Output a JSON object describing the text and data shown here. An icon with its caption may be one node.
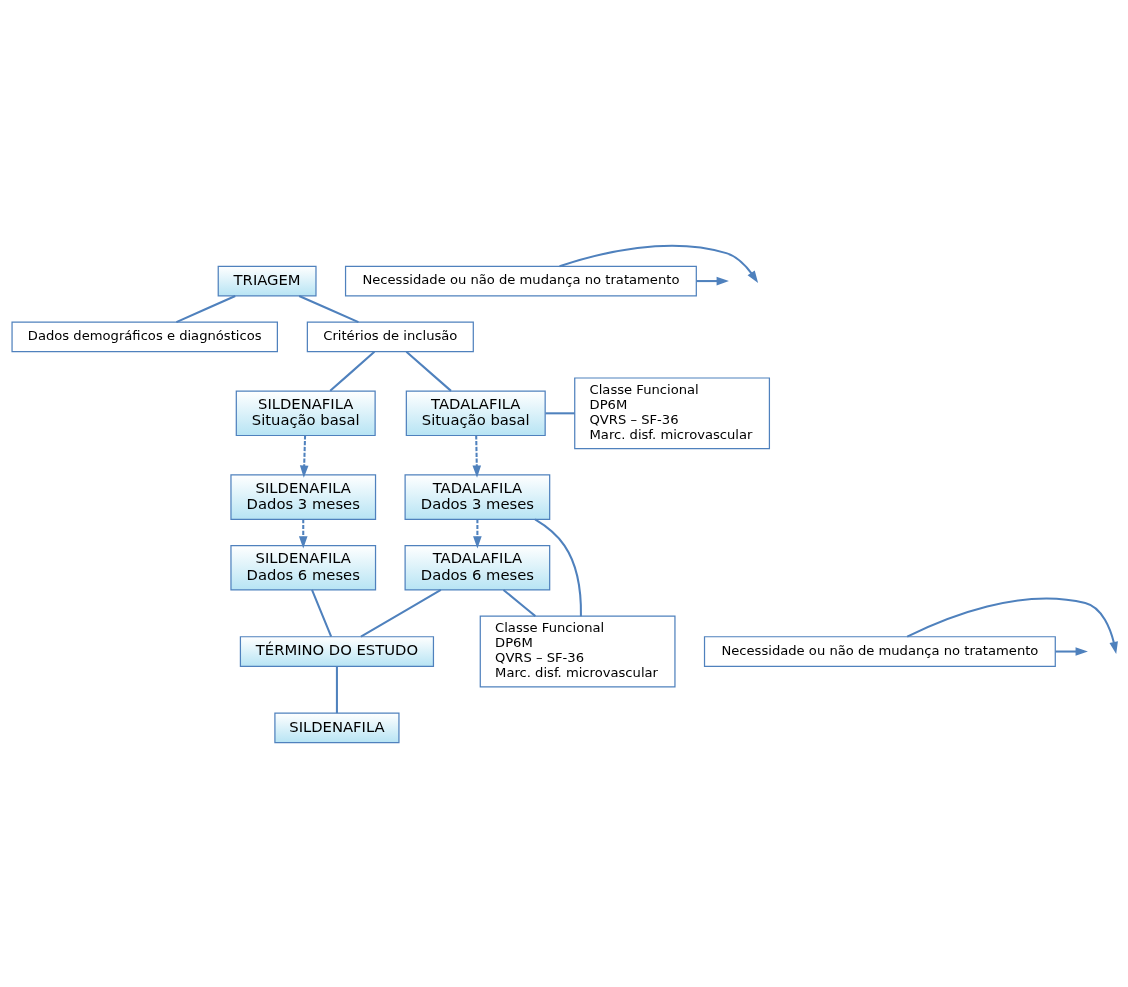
{
  "diagram": {
    "nodes": [
      {
        "text": [
          "TRIAGEM"
        ]
      },
      {
        "text": [
          "Dados demográficos e diagnósticos"
        ]
      },
      {
        "text": [
          "Critérios de inclusão"
        ]
      },
      {
        "text": [
          "SILDENAFILA",
          "Situação basal"
        ]
      },
      {
        "text": [
          "TADALAFILA",
          "Situação basal"
        ]
      },
      {
        "text": [
          "Classe Funcional",
          "DP6M",
          "QVRS – SF-36",
          "Marc. disf. microvascular"
        ]
      },
      {
        "text": [
          "Necessidade ou não de mudança no tratamento"
        ]
      },
      {
        "text": [
          "SILDENAFILA",
          "Dados 3 meses"
        ]
      },
      {
        "text": [
          "TADALAFILA",
          "Dados 3 meses"
        ]
      },
      {
        "text": [
          "Necessidade ou não de mudança no tratamento"
        ]
      },
      {
        "text": [
          "Classe Funcional",
          "DP6M",
          "QVRS – SF-36",
          "Marc. disf. microvascular"
        ]
      },
      {
        "text": [
          "SILDENAFILA",
          "Dados 6 meses"
        ]
      },
      {
        "text": [
          "TADALAFILA",
          "Dados 6 meses"
        ]
      },
      {
        "text": [
          "TÉRMINO DO ESTUDO"
        ]
      },
      {
        "text": [
          "SILDENAFILA"
        ]
      }
    ],
    "edges": [
      {
        "from": 0,
        "to": 1,
        "arrow": "none"
      },
      {
        "from": 0,
        "to": 2,
        "arrow": "none"
      },
      {
        "from": 2,
        "to": 3,
        "arrow": "none"
      },
      {
        "from": 2,
        "to": 4,
        "arrow": "none"
      },
      {
        "from": 4,
        "to": 5,
        "arrow": "none"
      },
      {
        "from": 3,
        "to": 7,
        "arrow": "to",
        "style": "dashed"
      },
      {
        "from": 4,
        "to": 8,
        "arrow": "to",
        "style": "dashed"
      },
      {
        "from": 6,
        "to": null,
        "arrow": "to"
      },
      {
        "from": 6,
        "to": null,
        "arrow": "to"
      },
      {
        "from": 7,
        "to": 11,
        "arrow": "to",
        "style": "dashed"
      },
      {
        "from": 8,
        "to": 12,
        "arrow": "to",
        "style": "dashed"
      },
      {
        "from": 9,
        "to": null,
        "arrow": "to"
      },
      {
        "from": 9,
        "to": null,
        "arrow": "to"
      },
      {
        "from": 8,
        "to": 10,
        "arrow": "none"
      },
      {
        "from": 12,
        "to": 10,
        "arrow": "none"
      },
      {
        "from": 11,
        "to": 13,
        "arrow": "none"
      },
      {
        "from": 12,
        "to": 13,
        "arrow": "none"
      },
      {
        "from": 13,
        "to": 14,
        "arrow": "none"
      }
    ]
  }
}
